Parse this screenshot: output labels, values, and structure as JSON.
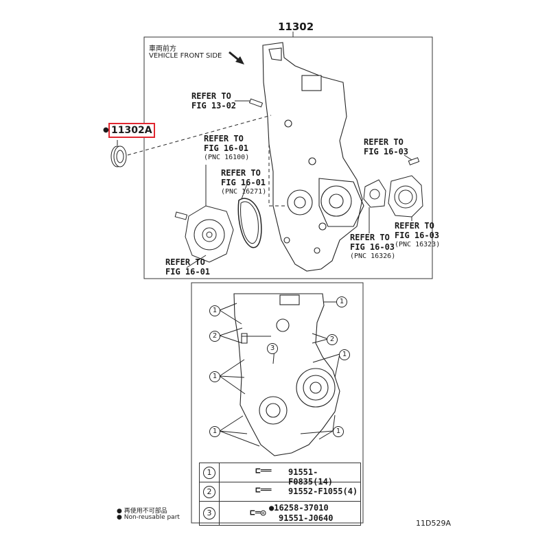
{
  "main_part": "11302",
  "highlight_part": "11302A",
  "vehicle_front": {
    "jp": "車両前方",
    "en": "VEHICLE FRONT SIDE"
  },
  "refs": [
    {
      "line1": "REFER TO",
      "line2": "FIG 13-02",
      "pnc": ""
    },
    {
      "line1": "REFER TO",
      "line2": "FIG 16-01",
      "pnc": "(PNC 16100)"
    },
    {
      "line1": "REFER TO",
      "line2": "FIG 16-01",
      "pnc": "(PNC 16271)"
    },
    {
      "line1": "REFER TO",
      "line2": "FIG 16-03",
      "pnc": ""
    },
    {
      "line1": "REFER TO",
      "line2": "FIG 16-03",
      "pnc": "(PNC 16323)"
    },
    {
      "line1": "REFER TO",
      "line2": "FIG 16-03",
      "pnc": "(PNC 16326)"
    },
    {
      "line1": "REFER TO",
      "line2": "FIG 16-01",
      "pnc": ""
    }
  ],
  "callout_numbers": [
    "1",
    "2",
    "3"
  ],
  "legend": [
    {
      "num": "1",
      "parts": [
        "91551-F0835(14)"
      ]
    },
    {
      "num": "2",
      "parts": [
        "91552-F1055(4)"
      ]
    },
    {
      "num": "3",
      "parts": [
        "●16258-37010",
        "91551-J0640"
      ]
    }
  ],
  "note": {
    "jp": "● 再使用不可部品",
    "en": "● Non-reusable part"
  },
  "figure_code": "11D529A",
  "colors": {
    "highlight": "#e0262f",
    "line": "#222222"
  }
}
